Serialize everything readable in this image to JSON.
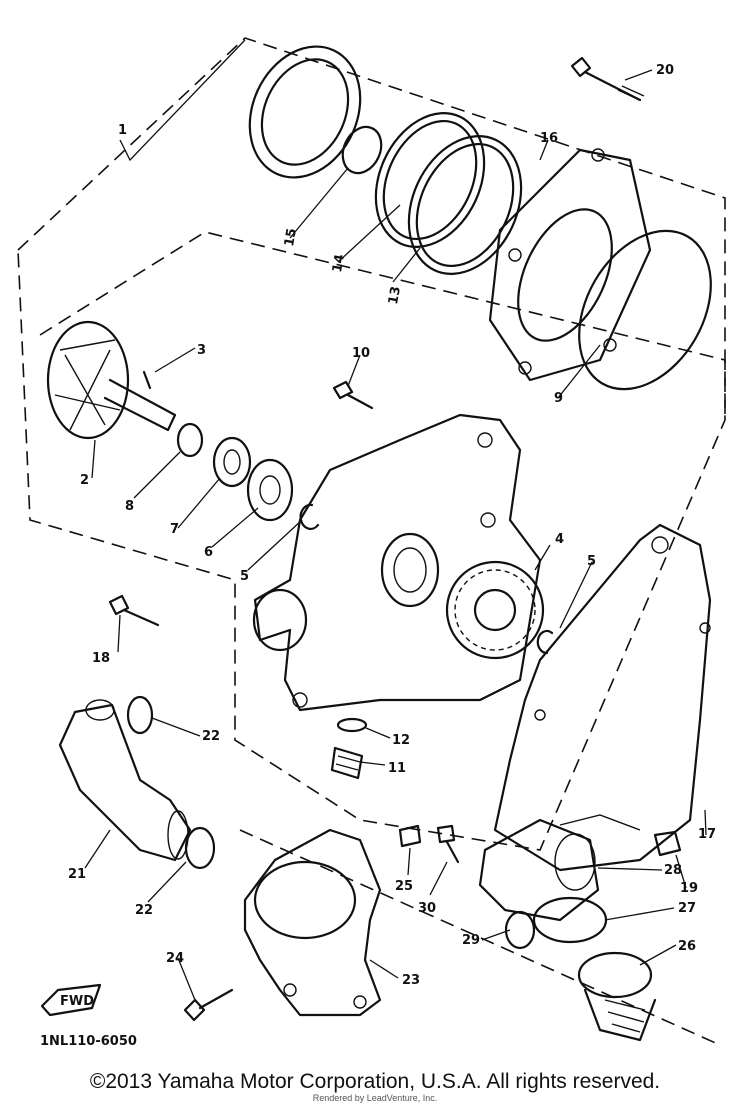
{
  "diagram": {
    "callouts": [
      "1",
      "2",
      "3",
      "4",
      "5",
      "5",
      "6",
      "7",
      "8",
      "9",
      "10",
      "11",
      "12",
      "13",
      "14",
      "15",
      "16",
      "17",
      "18",
      "19",
      "20",
      "21",
      "22",
      "22",
      "23",
      "24",
      "25",
      "26",
      "27",
      "28",
      "29",
      "30"
    ],
    "fwd_badge": "FWD",
    "drawing_code": "1NL110-6050"
  },
  "footer": {
    "copyright": "©2013 Yamaha Motor Corporation, U.S.A. All rights reserved.",
    "rendered_by": "Rendered by LeadVenture, Inc."
  }
}
